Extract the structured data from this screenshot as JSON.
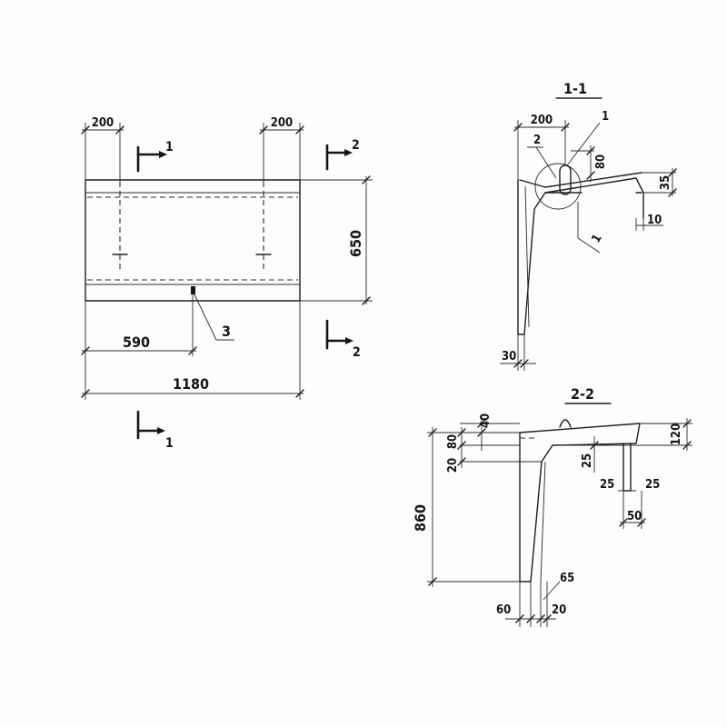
{
  "plan": {
    "dim_left_200": "200",
    "dim_right_200": "200",
    "dim_height": "650",
    "dim_half": "590",
    "dim_total": "1180",
    "callout_item": "3",
    "cut1_top": "1",
    "cut1_bottom": "1",
    "cut2_top": "2",
    "cut2_bottom": "2"
  },
  "section_1_1": {
    "title": "1-1",
    "dim_top": "200",
    "callout_top": "1",
    "callout_left": "2",
    "callout_lower": "1",
    "dim_80": "80",
    "dim_35": "35",
    "dim_10": "10",
    "dim_30": "30"
  },
  "section_2_2": {
    "title": "2-2",
    "dim_40": "40",
    "dim_80": "80",
    "dim_20": "20",
    "dim_860": "860",
    "dim_25_vert": "25",
    "dim_120": "120",
    "dim_25_left": "25",
    "dim_25_right": "25",
    "dim_50": "50",
    "dim_65": "65",
    "dim_60": "60",
    "dim_20_bottom": "20"
  },
  "colors": {
    "ink": "#151515",
    "paper": "#fdfdfc"
  }
}
